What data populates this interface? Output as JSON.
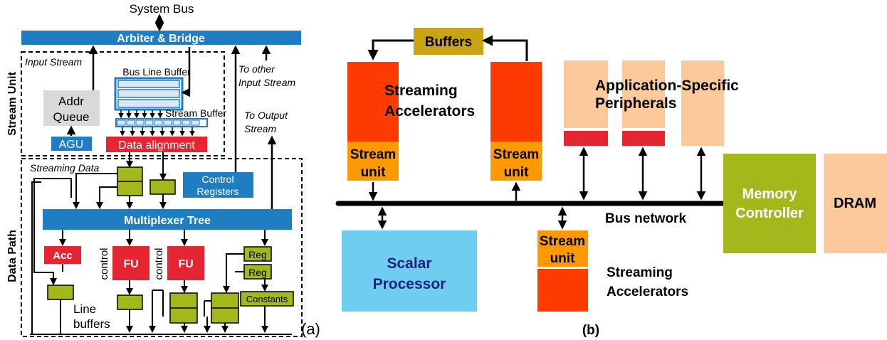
{
  "panel_a": {
    "system_bus": "System Bus",
    "arbiter": "Arbiter & Bridge",
    "stream_unit_label": "Stream Unit",
    "data_path_label": "Data Path",
    "input_stream": "Input Stream",
    "bus_line_buffer": "Bus Line Buffer",
    "to_other_input_line1": "To other",
    "to_other_input_line2": "Input Stream",
    "to_output_line1": "To Output",
    "to_output_line2": "Stream",
    "addr_queue_line1": "Addr",
    "addr_queue_line2": "Queue",
    "agu": "AGU",
    "stream_buffer": "Stream Buffer",
    "data_alignment": "Data alignment",
    "streaming_data": "Streaming Data",
    "control_registers_line1": "Control",
    "control_registers_line2": "Registers",
    "multiplexer_tree": "Multiplexer Tree",
    "acc": "Acc",
    "fu1": "FU",
    "fu2": "FU",
    "control1": "control",
    "control2": "control",
    "reg1": "Reg",
    "reg2": "Reg",
    "constants": "Constants",
    "line_buffers_line1": "Line",
    "line_buffers_line2": "buffers",
    "caption": "(a)"
  },
  "panel_b": {
    "buffers": "Buffers",
    "streaming_accel_line1": "Streaming",
    "streaming_accel_line2": "Accelerators",
    "stream_unit_1_line1": "Stream",
    "stream_unit_1_line2": "unit",
    "stream_unit_2_line1": "Stream",
    "stream_unit_2_line2": "unit",
    "stream_unit_3_line1": "Stream",
    "stream_unit_3_line2": "unit",
    "app_specific_line1": "Application-Specific",
    "app_specific_line2": "Peripherals",
    "bus_network": "Bus network",
    "memory_controller_line1": "Memory",
    "memory_controller_line2": "Controller",
    "dram": "DRAM",
    "scalar_line1": "Scalar",
    "scalar_line2": "Processor",
    "streaming_accel2_line1": "Streaming",
    "streaming_accel2_line2": "Accelerators",
    "caption": "(b)"
  },
  "colors": {
    "blue_bar": "#1f7dc2",
    "red": "#e52531",
    "orange_red": "#ff3b00",
    "orange": "#ff9900",
    "olive": "#a4b81c",
    "gold": "#c8a412",
    "peach": "#fcc99b",
    "light_blue": "#6fcdf2",
    "grey": "#d9d9d9"
  }
}
